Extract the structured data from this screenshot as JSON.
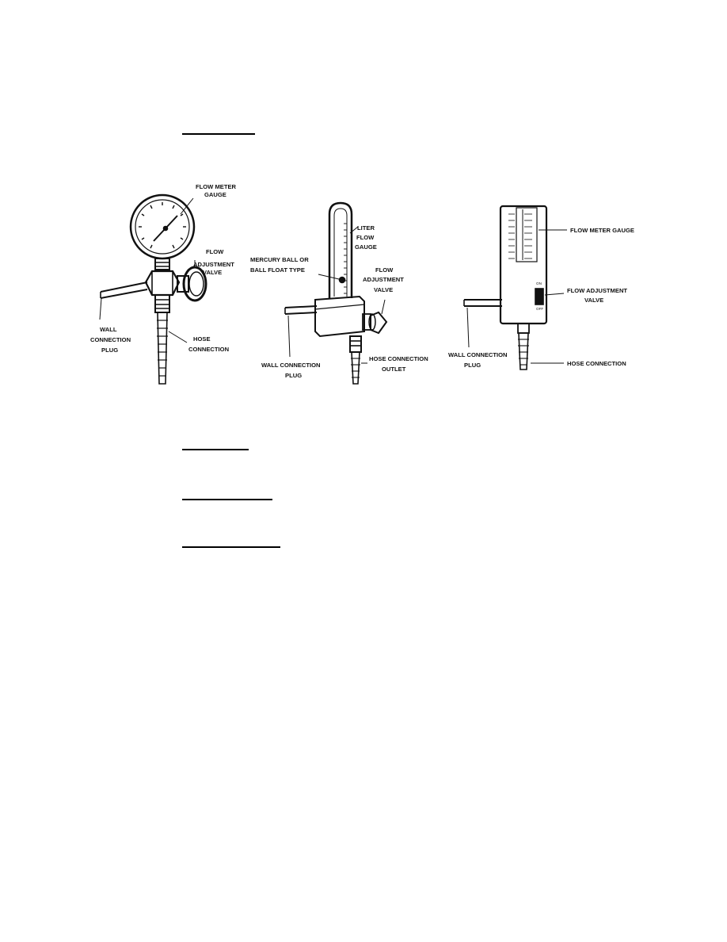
{
  "figure": {
    "left_device": {
      "gauge_label": [
        "FLOW METER",
        "GAUGE"
      ],
      "valve_label": [
        "FLOW",
        "ADJUSTMENT",
        "VALVE"
      ],
      "plug_label": [
        "WALL",
        "CONNECTION",
        "PLUG"
      ],
      "hose_label": [
        "HOSE",
        "CONNECTION"
      ]
    },
    "middle_device": {
      "gauge_label": [
        "LITER",
        "FLOW",
        "GAUGE"
      ],
      "ball_label": [
        "MERCURY BALL OR",
        "BALL FLOAT TYPE"
      ],
      "valve_label": [
        "FLOW",
        "ADJUSTMENT",
        "VALVE"
      ],
      "plug_label": [
        "WALL CONNECTION",
        "PLUG"
      ],
      "hose_label": [
        "HOSE CONNECTION",
        "OUTLET"
      ]
    },
    "right_device": {
      "gauge_label": "FLOW METER GAUGE",
      "valve_label": [
        "FLOW ADJUSTMENT",
        "VALVE"
      ],
      "plug_label": [
        "WALL CONNECTION",
        "PLUG"
      ],
      "hose_label": "HOSE CONNECTION",
      "switch_on": "ON",
      "switch_off": "OFF"
    }
  }
}
